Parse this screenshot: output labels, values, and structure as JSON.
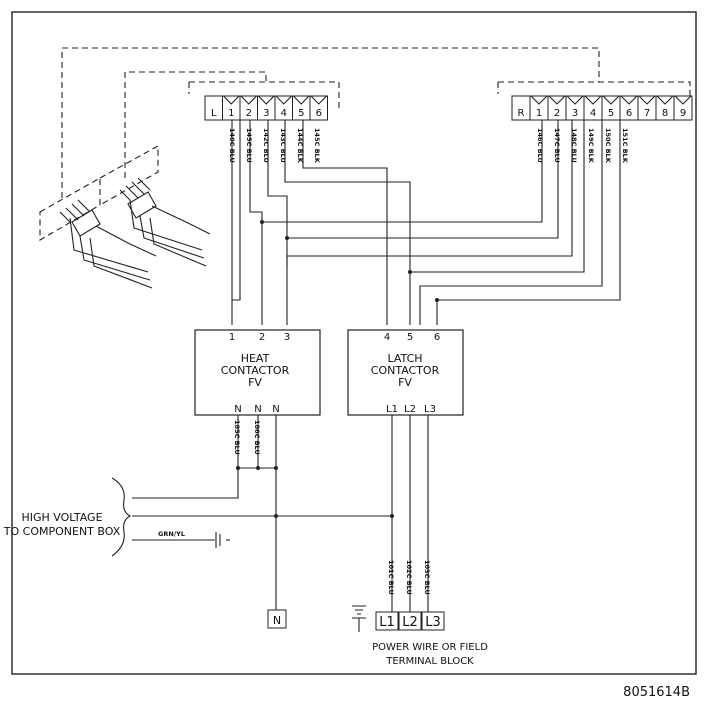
{
  "figure_code": "8051614B",
  "left_block": {
    "terminals": [
      "L",
      "1",
      "2",
      "3",
      "4",
      "5",
      "6"
    ],
    "wire_labels": [
      "140C BLU",
      "145C BLU",
      "142C BLU",
      "143C BLU",
      "144C BLK",
      "145C BLK"
    ]
  },
  "right_block": {
    "terminals": [
      "R",
      "1",
      "2",
      "3",
      "4",
      "5",
      "6",
      "7",
      "8",
      "9"
    ],
    "wire_labels": [
      "146C BLU",
      "147C BLU",
      "148C BLU",
      "149C BLK",
      "150C BLK",
      "151C BLK"
    ]
  },
  "heat_contactor": {
    "title_lines": [
      "HEAT",
      "CONTACTOR",
      "FV"
    ],
    "top_pins": [
      "1",
      "2",
      "3"
    ],
    "bottom_pins": [
      "N",
      "N",
      "N"
    ],
    "wire_labels": [
      "185C BLU",
      "186C BLU"
    ]
  },
  "latch_contactor": {
    "title_lines": [
      "LATCH",
      "CONTACTOR",
      "FV"
    ],
    "top_pins": [
      "4",
      "5",
      "6"
    ],
    "bottom_pins": [
      "L1",
      "L2",
      "L3"
    ]
  },
  "high_voltage_lines": [
    "HIGH VOLTAGE",
    "TO COMPONENT BOX"
  ],
  "ground_wire_label": "GRN/YL",
  "neutral_terminal": "N",
  "power_terminals": [
    "L1",
    "L2",
    "L3"
  ],
  "power_wire_labels": [
    "101C BLU",
    "102C BLU",
    "103C BLU"
  ],
  "terminal_block_lines": [
    "POWER WIRE OR FIELD",
    "TERMINAL BLOCK"
  ]
}
